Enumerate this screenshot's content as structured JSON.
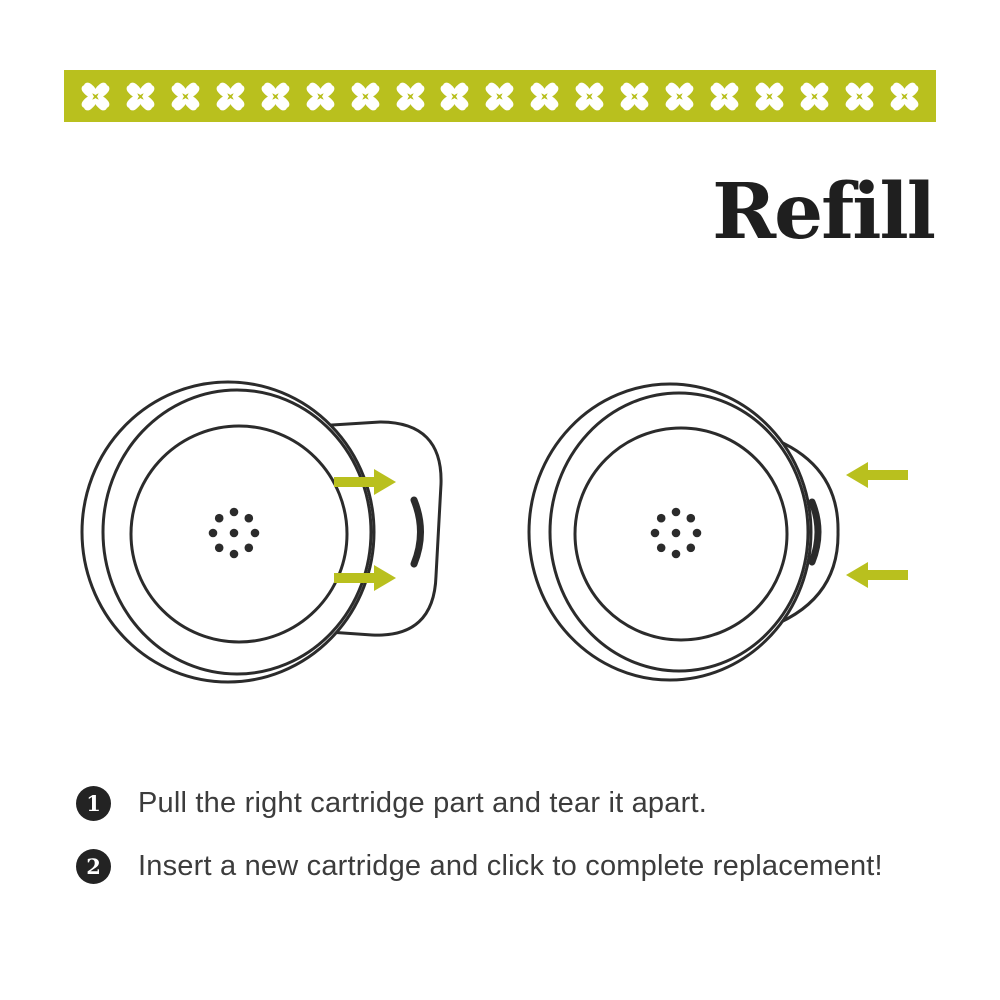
{
  "colors": {
    "banner_green": "#b9c01e",
    "arrow_green": "#b9c01e",
    "outline_dark": "#2b2b2b",
    "text_dark": "#3c3c3c",
    "badge_black": "#232323"
  },
  "banner": {
    "flower_icon": "four-petal-clover-flower",
    "flower_count": 19
  },
  "title": "Refill",
  "diagram": {
    "left_device": {
      "description": "device with cartridge pulled out to the right",
      "arrow_direction": "right",
      "arrow_count": 2
    },
    "right_device": {
      "description": "device with new cartridge being inserted",
      "arrow_direction": "left",
      "arrow_count": 2
    }
  },
  "instructions": [
    {
      "number": "1",
      "text": "Pull the right cartridge part and tear it apart."
    },
    {
      "number": "2",
      "text": "Insert a new cartridge and click to complete replacement!"
    }
  ]
}
